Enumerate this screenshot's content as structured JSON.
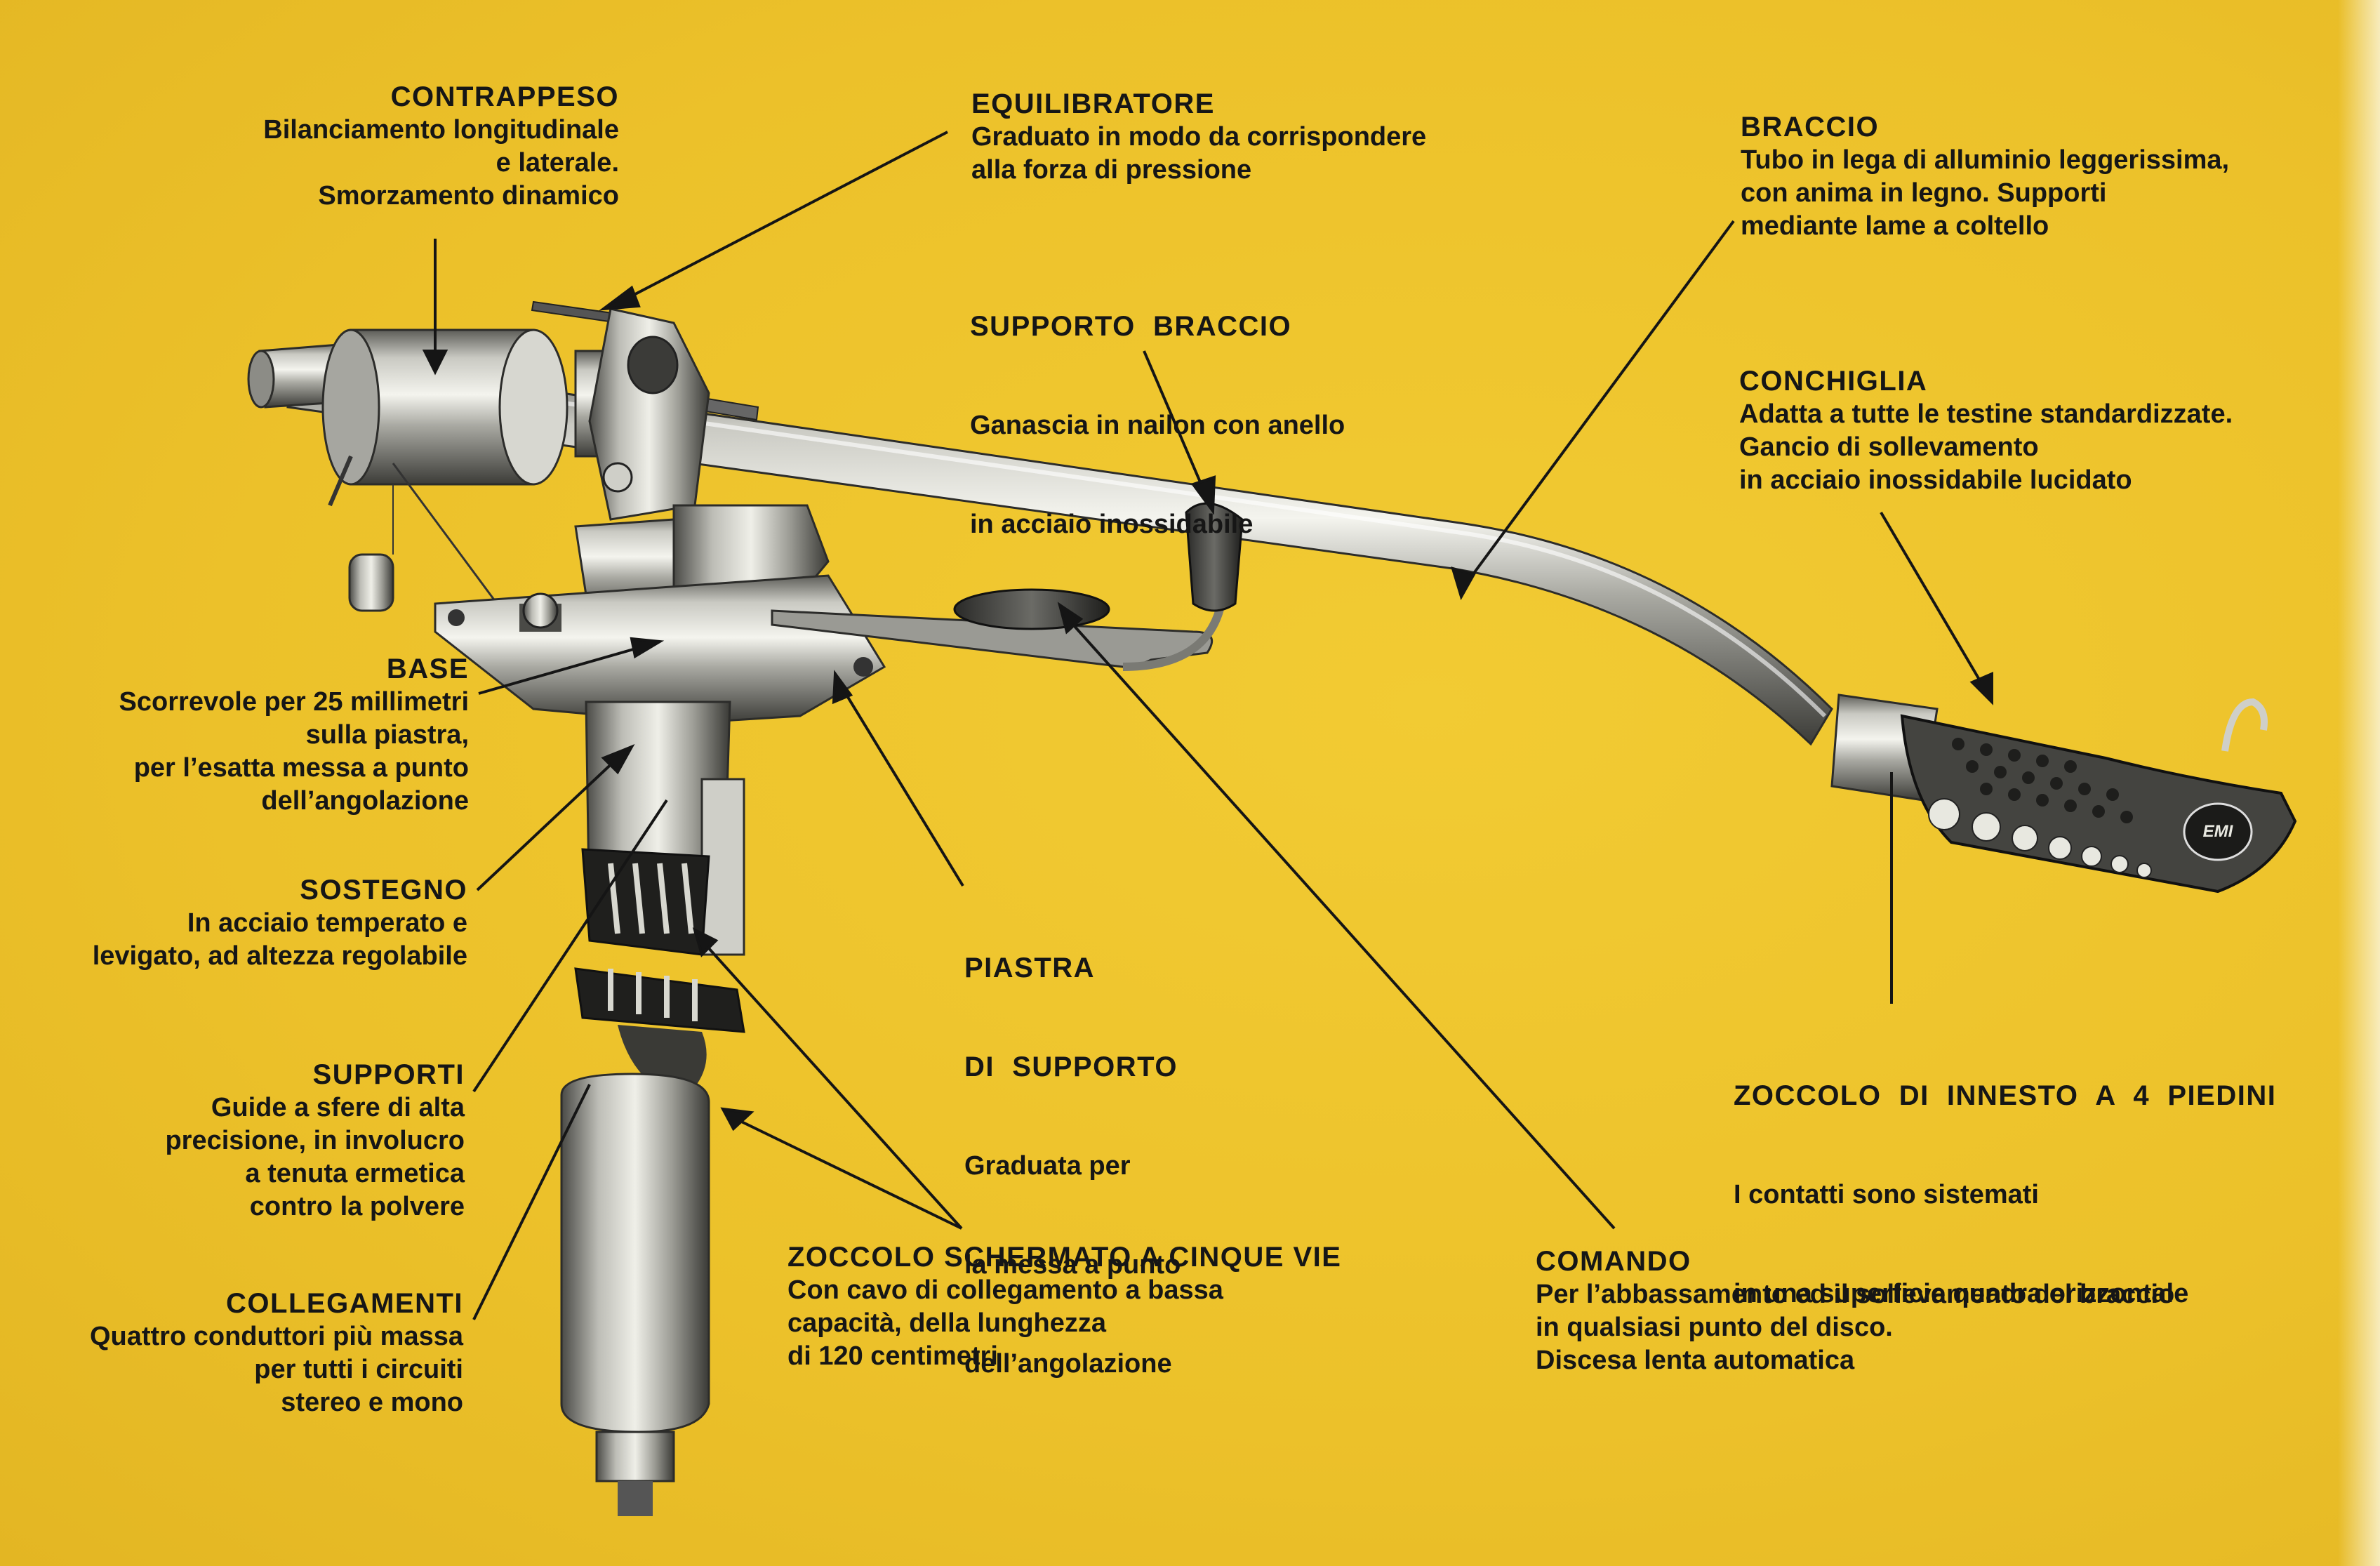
{
  "background": "#EEC42A",
  "callouts": {
    "contrappeso": {
      "title": "CONTRAPPESO",
      "lines": [
        "Bilanciamento longitudinale",
        "e laterale.",
        "Smorzamento dinamico"
      ]
    },
    "equilibratore": {
      "title": "EQUILIBRATORE",
      "lines": [
        "Graduato in modo da corrispondere",
        "alla forza di pressione"
      ]
    },
    "supporto_braccio": {
      "title": "SUPPORTO  BRACCIO",
      "lines": [
        "Ganascia in nailon con anello",
        "in acciaio inossidabile"
      ]
    },
    "braccio": {
      "title": "BRACCIO",
      "lines": [
        "Tubo in lega di alluminio leggerissima,",
        "con anima in legno. Supporti",
        "mediante lame a coltello"
      ]
    },
    "conchiglia": {
      "title": "CONCHIGLIA",
      "lines": [
        "Adatta a tutte le testine standardizzate.",
        "Gancio di sollevamento",
        "in acciaio inossidabile lucidato"
      ]
    },
    "base": {
      "title": "BASE",
      "lines": [
        "Scorrevole per 25 millimetri",
        "sulla piastra,",
        "per l’esatta messa a punto",
        "dell’angolazione"
      ]
    },
    "sostegno": {
      "title": "SOSTEGNO",
      "lines": [
        "In acciaio temperato e",
        "levigato, ad altezza regolabile"
      ]
    },
    "piastra": {
      "title_lines": [
        "PIASTRA",
        "DI  SUPPORTO"
      ],
      "lines": [
        "Graduata per",
        "la messa a punto",
        "dell’angolazione"
      ]
    },
    "zoccolo_innesto": {
      "title": "ZOCCOLO  DI  INNESTO  A  4  PIEDINI",
      "lines": [
        "I contatti sono sistemati",
        "in una superficie quadra orizzontale"
      ]
    },
    "supporti": {
      "title": "SUPPORTI",
      "lines": [
        "Guide a sfere di alta",
        "precisione, in involucro",
        "a tenuta ermetica",
        "contro la polvere"
      ]
    },
    "zoccolo_schermato": {
      "title": "ZOCCOLO SCHERMATO A CINQUE VIE",
      "lines": [
        "Con cavo di collegamento a bassa",
        "capacità, della lunghezza",
        "di 120 centimetri"
      ]
    },
    "comando": {
      "title": "COMANDO",
      "lines": [
        "Per l’abbassamento ed il sollevamento del braccio",
        "in qualsiasi punto del disco.",
        "Discesa lenta automatica"
      ]
    },
    "collegamenti": {
      "title": "COLLEGAMENTI",
      "lines": [
        "Quattro conduttori più massa",
        "per tutti i circuiti",
        "stereo e mono"
      ]
    }
  },
  "headshell_logo": "EMI"
}
